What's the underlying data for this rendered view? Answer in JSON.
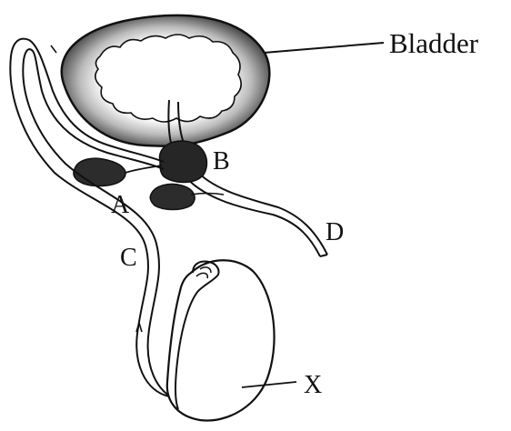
{
  "labels": {
    "bladder": "Bladder",
    "a": "A",
    "b": "B",
    "c": "C",
    "d": "D",
    "x": "X"
  },
  "colors": {
    "ink": "#111111",
    "organ_shade": "#333333",
    "background": "#ffffff"
  }
}
